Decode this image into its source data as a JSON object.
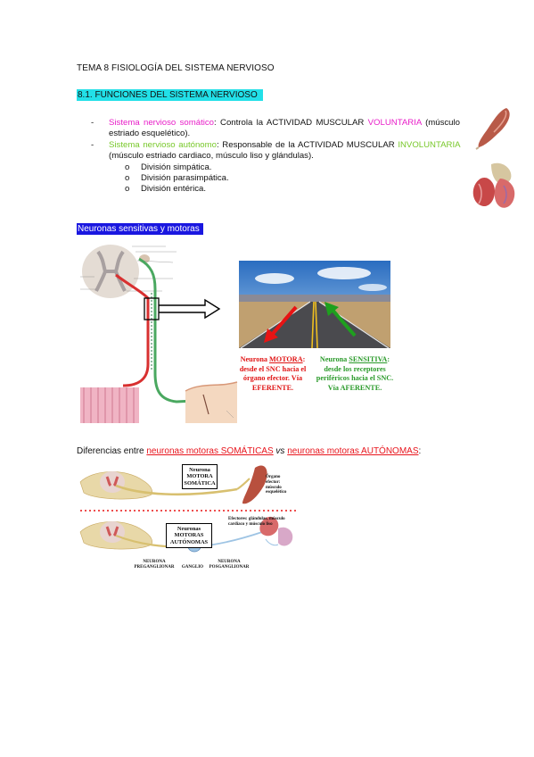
{
  "doc": {
    "title": "TEMA 8 FISIOLOGÍA DEL SISTEMA NERVIOSO",
    "section_heading": "8.1. FUNCIONES DEL SISTEMA NERVIOSO",
    "bullet_dash": "-",
    "sub_marker": "o",
    "somatic": {
      "term": "Sistema nervioso somático",
      "text_a": ": Controla la ACTIVIDAD MUSCULAR ",
      "highlight": "VOLUNTARIA",
      "text_b": " (músculo estriado esquelético)."
    },
    "autonomic": {
      "term": "Sistema nervioso autónomo",
      "text_a": ": Responsable de la ACTIVIDAD MUSCULAR ",
      "highlight": "INVOLUNTARIA",
      "text_b": " (músculo estriado cardiaco, músculo liso y glándulas)."
    },
    "divisions": [
      "División simpática.",
      "División parasimpática.",
      "División entérica."
    ],
    "neurons_heading": "Neuronas sensitivas y motoras",
    "motor_caption": {
      "line1_pre": "Neurona ",
      "line1_u": "MOTORA",
      "line1_post": ":",
      "line2": "desde el SNC hacia el",
      "line3": "órgano efector. Vía",
      "line4": "EFERENTE."
    },
    "sensory_caption": {
      "line1_pre": "Neurona ",
      "line1_u": "SENSITIVA",
      "line1_post": ":",
      "line2": "desde los receptores",
      "line3": "periféricos hacia el SNC.",
      "line4": "Vía AFERENTE."
    },
    "diff_heading": {
      "pre": "Diferencias entre ",
      "somatic": "neuronas motoras SOMÁTICAS",
      "vs": " vs ",
      "autonomic": "neuronas motoras AUTÓNOMAS",
      "post": ":"
    },
    "figure2": {
      "somatic_box_l1": "Neurona",
      "somatic_box_l2": "MOTORA",
      "somatic_box_l3": "SOMÁTICA",
      "effector_l1": "Órgano",
      "effector_l2": "efector:",
      "effector_l3": "músculo",
      "effector_l4": "esquelético",
      "auto_box_l1": "Neuronas",
      "auto_box_l2": "MOTORAS",
      "auto_box_l3": "AUTÓNOMAS",
      "effectors_l1": "Efectores: glándulas, músculo",
      "effectors_l2": "cardíaco y músculo liso",
      "pre_l1": "NEURONA",
      "pre_l2": "PREGANGLIONAR",
      "ganglion": "GANGLIO",
      "post_l1": "NEURONA",
      "post_l2": "POSGANGLIONAR"
    }
  },
  "colors": {
    "cyan_highlight": "#22e0e8",
    "blue_highlight": "#1a17e0",
    "magenta": "#e81ec8",
    "green": "#78c82a",
    "red": "#e8141c",
    "sensory_green": "#2a9a2a"
  }
}
